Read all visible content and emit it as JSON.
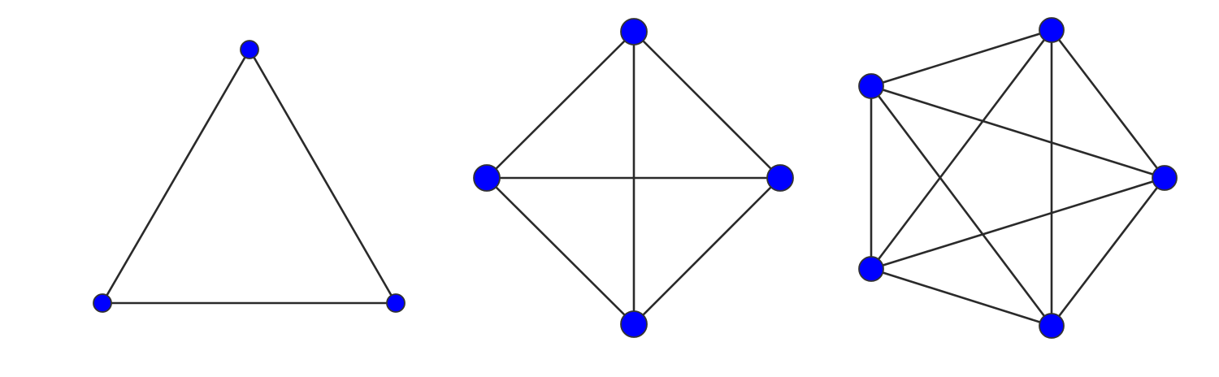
{
  "colors": {
    "background": "#ffffff",
    "node_fill": "#0000ff",
    "node_stroke": "#333333",
    "edge_stroke": "#2a2a2a"
  },
  "graphs": [
    {
      "id": "k3",
      "nodes": [
        "a",
        "b",
        "c"
      ],
      "edges": [
        [
          "a",
          "b"
        ],
        [
          "b",
          "c"
        ],
        [
          "c",
          "a"
        ]
      ]
    },
    {
      "id": "k4",
      "nodes": [
        "top",
        "left",
        "right",
        "bottom"
      ],
      "edges": [
        [
          "top",
          "left"
        ],
        [
          "top",
          "right"
        ],
        [
          "top",
          "bottom"
        ],
        [
          "left",
          "right"
        ],
        [
          "left",
          "bottom"
        ],
        [
          "right",
          "bottom"
        ]
      ]
    },
    {
      "id": "k5",
      "nodes": [
        "top",
        "upper-left",
        "right",
        "lower-left",
        "bottom"
      ],
      "edges": [
        [
          "top",
          "upper-left"
        ],
        [
          "top",
          "right"
        ],
        [
          "top",
          "lower-left"
        ],
        [
          "top",
          "bottom"
        ],
        [
          "upper-left",
          "right"
        ],
        [
          "upper-left",
          "lower-left"
        ],
        [
          "upper-left",
          "bottom"
        ],
        [
          "right",
          "lower-left"
        ],
        [
          "right",
          "bottom"
        ],
        [
          "lower-left",
          "bottom"
        ]
      ]
    }
  ]
}
